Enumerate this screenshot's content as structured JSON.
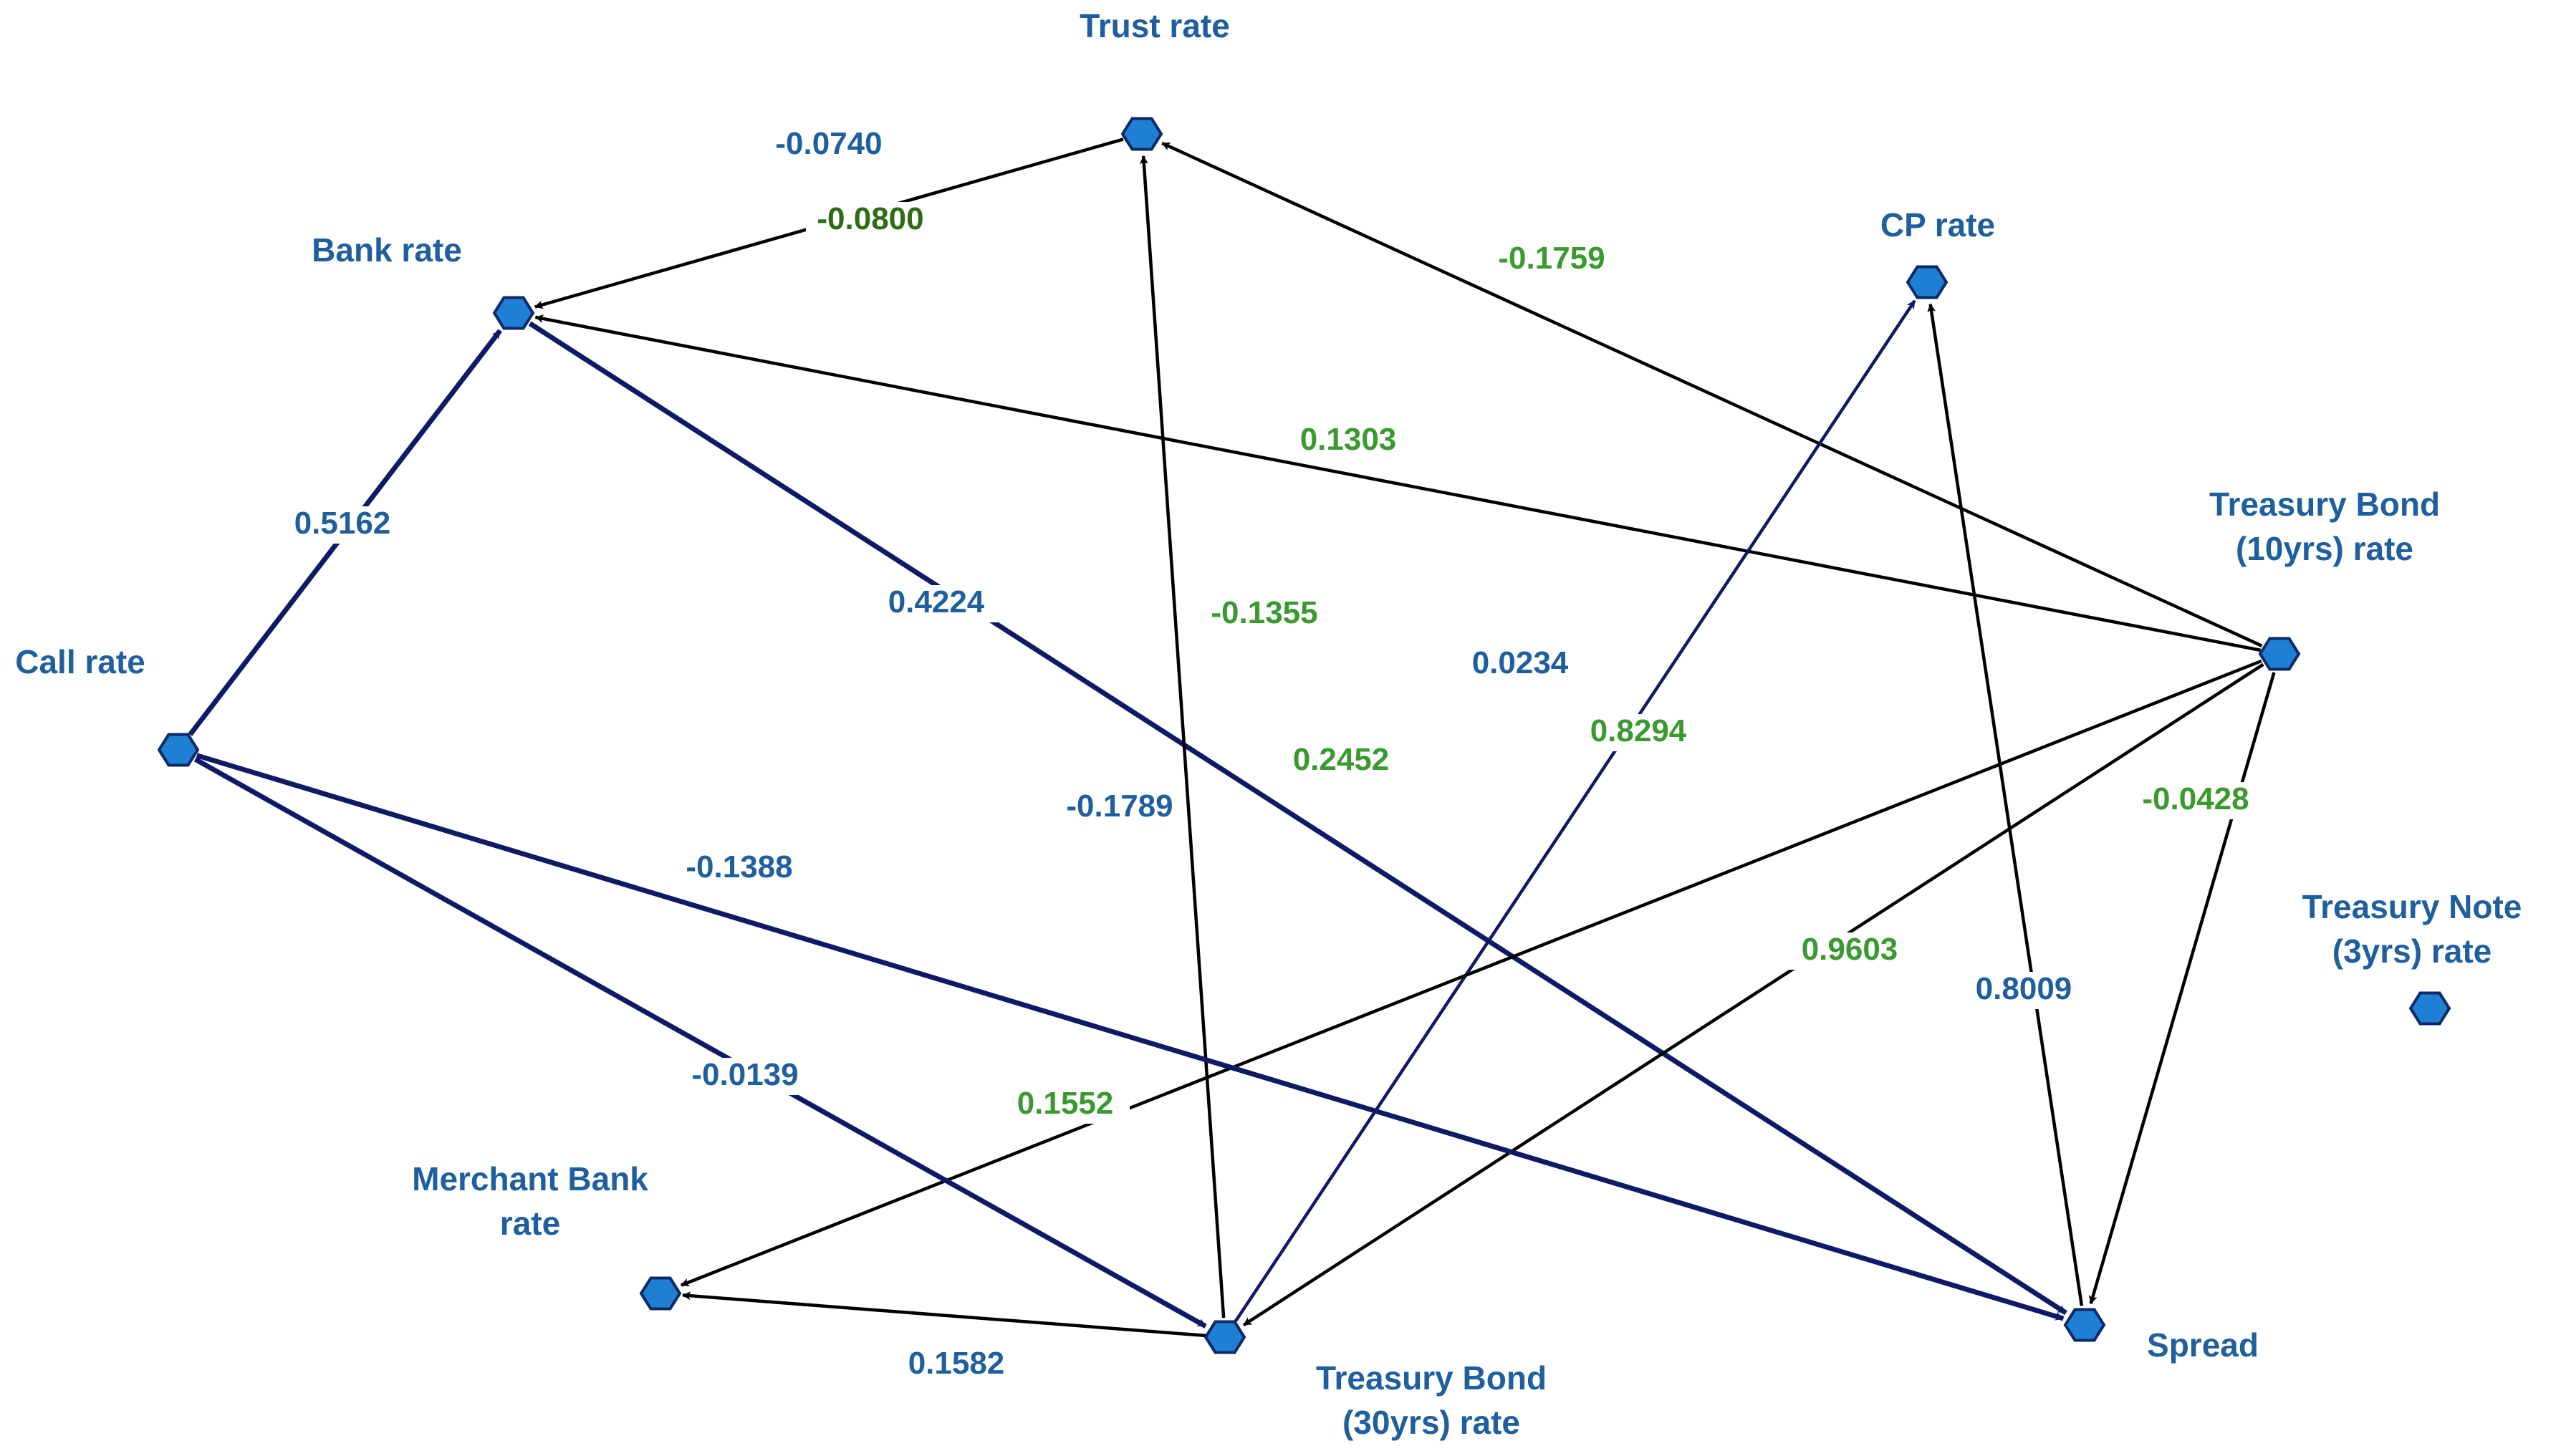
{
  "colors": {
    "node_fill": "#1f7fd4",
    "node_stroke": "#0d2a66",
    "blue_text": "#1f5f9e",
    "green_text": "#3a9a2f",
    "dark_green_text": "#2e6b12",
    "navy_edge": "#0d1a66",
    "black_edge": "#000000"
  },
  "nodes": [
    {
      "id": "trust",
      "lines": [
        "Trust rate"
      ]
    },
    {
      "id": "bank",
      "lines": [
        "Bank rate"
      ]
    },
    {
      "id": "cp",
      "lines": [
        "CP rate"
      ]
    },
    {
      "id": "tb10",
      "lines": [
        "Treasury Bond",
        "(10yrs) rate"
      ]
    },
    {
      "id": "call",
      "lines": [
        "Call rate"
      ]
    },
    {
      "id": "tn3",
      "lines": [
        "Treasury Note",
        "(3yrs) rate"
      ]
    },
    {
      "id": "merchant",
      "lines": [
        "Merchant Bank",
        "rate"
      ]
    },
    {
      "id": "tb30",
      "lines": [
        "Treasury Bond",
        "(30yrs) rate"
      ]
    },
    {
      "id": "spread",
      "lines": [
        "Spread"
      ]
    }
  ],
  "edges": [
    {
      "from": "trust",
      "to": "bank",
      "style": "black"
    },
    {
      "from": "tb10",
      "to": "trust",
      "style": "black"
    },
    {
      "from": "tb10",
      "to": "bank",
      "style": "black"
    },
    {
      "from": "call",
      "to": "bank",
      "style": "navy-thick"
    },
    {
      "from": "bank",
      "to": "spread",
      "style": "navy-thick"
    },
    {
      "from": "tb30",
      "to": "trust",
      "style": "black"
    },
    {
      "from": "tb30",
      "to": "cp",
      "style": "navy"
    },
    {
      "from": "spread",
      "to": "cp",
      "style": "black"
    },
    {
      "from": "tb10",
      "to": "merchant",
      "style": "black"
    },
    {
      "from": "tb10",
      "to": "tb30",
      "style": "black"
    },
    {
      "from": "tb10",
      "to": "spread",
      "style": "black"
    },
    {
      "from": "call",
      "to": "spread",
      "style": "navy-thick"
    },
    {
      "from": "call",
      "to": "tb30",
      "style": "navy-thick"
    },
    {
      "from": "tb30",
      "to": "merchant",
      "style": "black"
    }
  ],
  "edge_labels": [
    {
      "text": "-0.0740",
      "color": "blue"
    },
    {
      "text": "-0.0800",
      "color": "dark-green"
    },
    {
      "text": "-0.1759",
      "color": "green"
    },
    {
      "text": "0.1303",
      "color": "green"
    },
    {
      "text": "0.5162",
      "color": "blue"
    },
    {
      "text": "0.4224",
      "color": "blue"
    },
    {
      "text": "-0.1355",
      "color": "green"
    },
    {
      "text": "0.0234",
      "color": "blue"
    },
    {
      "text": "0.8294",
      "color": "green"
    },
    {
      "text": "-0.0428",
      "color": "green"
    },
    {
      "text": "0.2452",
      "color": "green"
    },
    {
      "text": "-0.1789",
      "color": "blue"
    },
    {
      "text": "-0.1388",
      "color": "blue"
    },
    {
      "text": "0.9603",
      "color": "green"
    },
    {
      "text": "0.8009",
      "color": "blue"
    },
    {
      "text": "-0.0139",
      "color": "blue"
    },
    {
      "text": "0.1552",
      "color": "green"
    },
    {
      "text": "0.1582",
      "color": "blue"
    }
  ]
}
